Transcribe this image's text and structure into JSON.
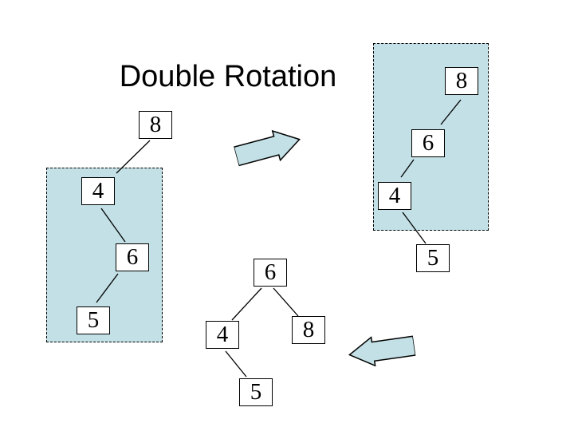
{
  "slide": {
    "title": "Double Rotation"
  },
  "colors": {
    "highlight_fill": "#c2e0e5",
    "arrow_fill": "#c2e0e5",
    "line_color": "#000000",
    "node_fill": "#ffffff",
    "node_border": "#000000"
  },
  "trees": {
    "left_tree": {
      "nodes": [
        "8",
        "4",
        "6",
        "5"
      ],
      "edges": [
        "8-4",
        "4-6",
        "6-5"
      ],
      "highlighted_subtree": [
        "4",
        "6",
        "5"
      ]
    },
    "right_tree": {
      "nodes": [
        "8",
        "6",
        "4",
        "5"
      ],
      "edges": [
        "8-6",
        "6-4",
        "4-5"
      ],
      "highlighted_subtree": [
        "8",
        "6",
        "4"
      ]
    },
    "bottom_tree": {
      "nodes": [
        "6",
        "4",
        "8",
        "5"
      ],
      "edges": [
        "6-4",
        "6-8",
        "4-5"
      ]
    }
  },
  "arrows": {
    "top": {
      "direction": "right"
    },
    "bottom": {
      "direction": "left"
    }
  }
}
